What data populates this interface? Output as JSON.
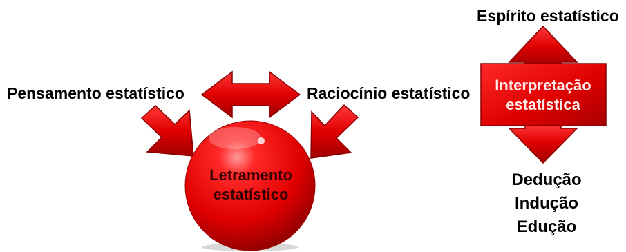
{
  "nodes": {
    "thinking": "Pensamento estatístico",
    "reasoning": "Raciocínio estatístico",
    "literacy_line1": "Letramento",
    "literacy_line2": "estatístico",
    "interpretation_line1": "Interpretação",
    "interpretation_line2": "estatística",
    "spirit": "Espírito estatístico",
    "inference_modes": [
      "Dedução",
      "Indução",
      "Edução"
    ]
  },
  "colors": {
    "arrow_red": "#e00000",
    "arrow_dark": "#8a0000",
    "ball_highlight": "#ff8a8a",
    "ball_base": "#e40000",
    "ball_shadow": "#7a0000"
  }
}
